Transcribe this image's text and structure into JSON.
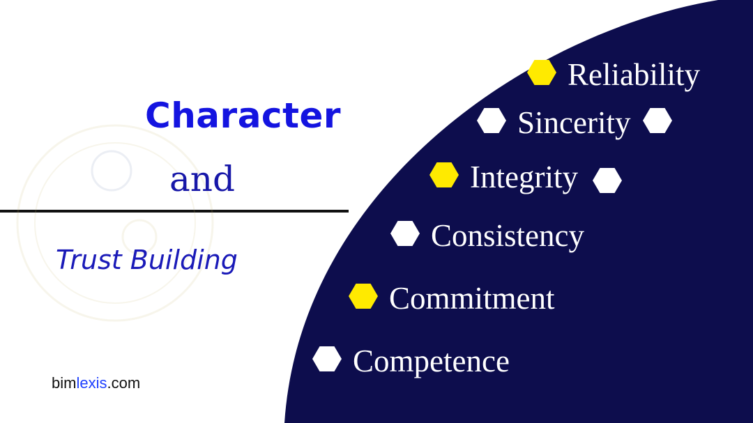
{
  "title": {
    "line1": "Character",
    "line2": "and",
    "line3": "Trust Building"
  },
  "brand": {
    "prefix": "bim",
    "accent": "lexis",
    "suffix": ".com"
  },
  "colors": {
    "panel": "#0d0d4d",
    "highlight": "#ffea00",
    "title_blue": "#1414e0"
  },
  "traits": [
    {
      "label": "Reliability",
      "marker_color": "yellow"
    },
    {
      "label": "Sincerity",
      "marker_color": "white"
    },
    {
      "label": "Integrity",
      "marker_color": "yellow"
    },
    {
      "label": "Consistency",
      "marker_color": "white"
    },
    {
      "label": "Commitment",
      "marker_color": "yellow"
    },
    {
      "label": "Competence",
      "marker_color": "white"
    }
  ]
}
